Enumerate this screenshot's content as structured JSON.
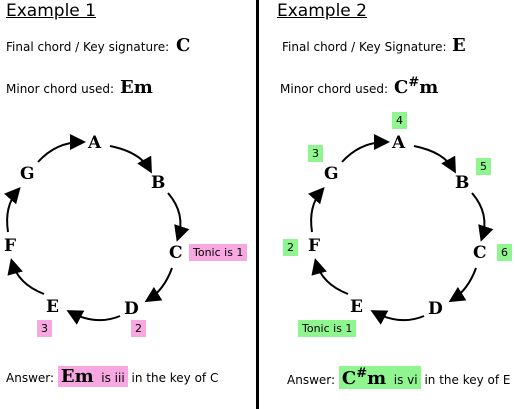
{
  "left": {
    "title": "Example 1",
    "key_label": "Final chord / Key signature:",
    "key_value": "C",
    "minor_label": "Minor chord used:",
    "minor_value": "Em",
    "notes": {
      "A": "A",
      "B": "B",
      "C": "C",
      "D": "D",
      "E": "E",
      "F": "F",
      "G": "G"
    },
    "badges": {
      "tonic": "Tonic is 1",
      "d": "2",
      "e": "3"
    },
    "answer": {
      "prefix": "Answer:",
      "chord": "Em",
      "degree": "is iii",
      "suffix": "in the key of C"
    },
    "highlight_color": "#f7a8e0"
  },
  "right": {
    "title": "Example 2",
    "key_label": "Final chord / Key Signature:",
    "key_value": "E",
    "minor_label": "Minor chord used:",
    "minor_root": "C",
    "minor_accidental": "#",
    "minor_quality": "m",
    "notes": {
      "A": "A",
      "B": "B",
      "C": "C",
      "D": "D",
      "E": "E",
      "F": "F",
      "G": "G"
    },
    "badges": {
      "a": "4",
      "b": "5",
      "c": "6",
      "f": "2",
      "g": "3",
      "tonic": "Tonic is 1"
    },
    "answer": {
      "prefix": "Answer:",
      "chord_root": "C",
      "chord_accidental": "#",
      "chord_quality": "m",
      "degree": "is vi",
      "suffix": "in the key of E"
    },
    "highlight_color": "#8ff58f"
  }
}
